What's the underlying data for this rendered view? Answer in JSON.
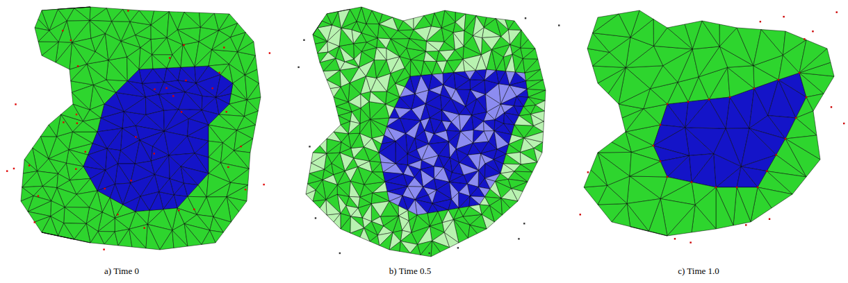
{
  "diagram": {
    "labels": [
      "a) Time 0",
      "b) Time 0.5",
      "c) Time 1.0"
    ]
  }
}
